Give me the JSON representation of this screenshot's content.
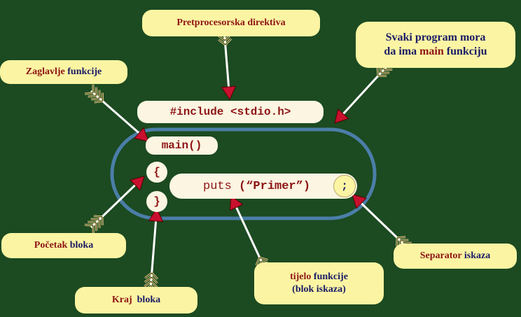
{
  "notes": {
    "pretprocesorska": "Pretprocesorska direktiva",
    "svaki_line1": "Svaki program mora",
    "svaki_line2_a": "da ima ",
    "svaki_line2_b": "main",
    "svaki_line2_c": " funkciju",
    "zaglavlje_a": "Zaglavlje",
    "zaglavlje_b": " funkcije",
    "pocetak_a": "Početak",
    "pocetak_b": " bloka",
    "kraj_a": "Kraj",
    "kraj_b": "  bloka",
    "tijelo_a": "tijelo",
    "tijelo_b": " funkcije",
    "tijelo_line2": "(blok iskaza)",
    "separator_a": "Separator",
    "separator_b": " iskaza"
  },
  "code": {
    "include": "#include <stdio.h>",
    "main": "main()",
    "open_brace": "{",
    "close_brace": "}",
    "puts_fn": "puts ",
    "puts_arg": "(“Primer”)",
    "semicolon": ";"
  },
  "colors": {
    "background": "#1c4a21",
    "note_fill": "#fbf5a3",
    "code_fill": "#fbf5e2",
    "outline": "#4b7ea8",
    "keyword_red": "#8e1515",
    "text_blue": "#1a1a66",
    "arrow_head": "#c8102e"
  }
}
